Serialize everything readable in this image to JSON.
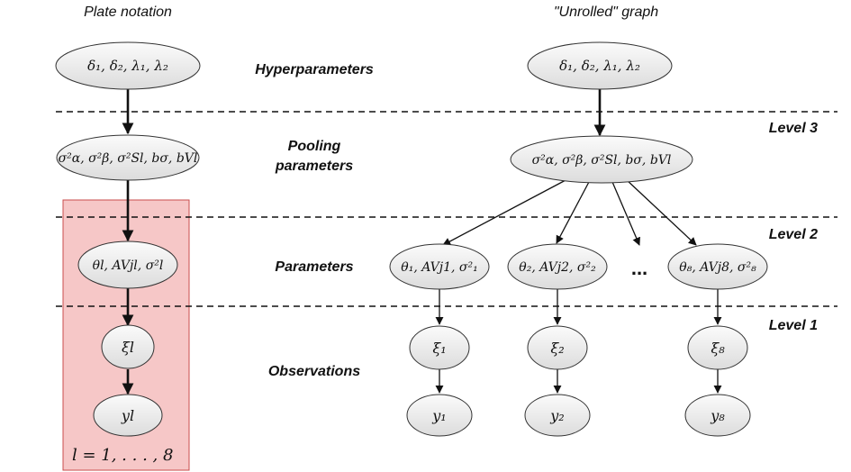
{
  "headers": {
    "left": "Plate notation",
    "right": "\"Unrolled\" graph"
  },
  "row_labels": {
    "hyperparameters": "Hyperparameters",
    "pooling_line1": "Pooling",
    "pooling_line2": "parameters",
    "parameters": "Parameters",
    "observations": "Observations"
  },
  "level_labels": {
    "level3": "Level 3",
    "level2": "Level 2",
    "level1": "Level 1"
  },
  "plate_nodes": {
    "hyper": "δ₁, δ₂, λ₁, λ₂",
    "pooling": "σ²α, σ²β, σ²Sl, bσ, bVl",
    "params": "θl, AVjl, σ²l",
    "xi": "ξl",
    "y": "yl"
  },
  "plate_label": "l = 1, . . . , 8",
  "unrolled_nodes": {
    "hyper": "δ₁, δ₂, λ₁, λ₂",
    "pooling": "σ²α, σ²β, σ²Sl, bσ, bVl",
    "params": [
      "θ₁, AVj1, σ²₁",
      "θ₂, AVj2, σ²₂",
      "θ₈, AVj8, σ²₈"
    ],
    "xi": [
      "ξ₁",
      "ξ₂",
      "ξ₈"
    ],
    "y": [
      "y₁",
      "y₂",
      "y₈"
    ]
  },
  "ellipsis": "..."
}
